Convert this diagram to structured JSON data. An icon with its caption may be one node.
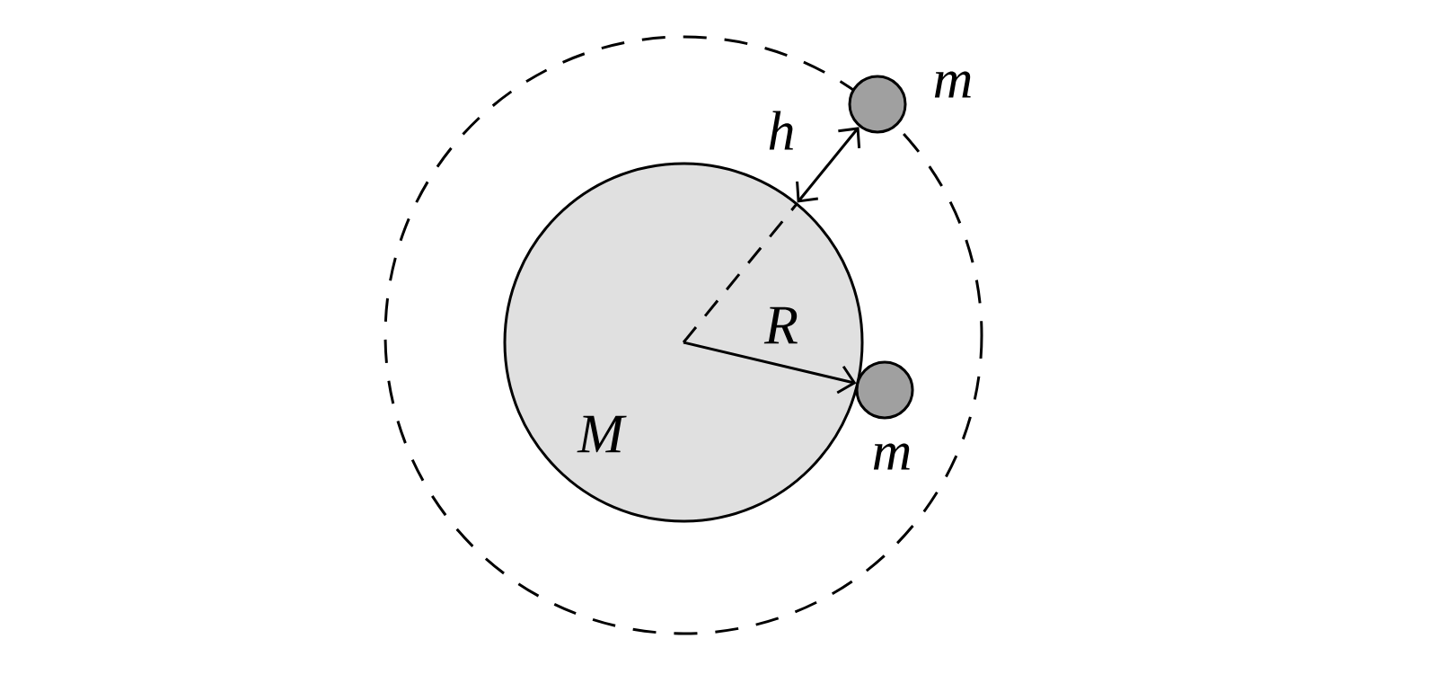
{
  "diagram": {
    "nodes": [
      {
        "text": [
          "M"
        ]
      },
      {
        "text": [],
        "shape": "circle",
        "beside": [
          "m"
        ]
      },
      {
        "text": [],
        "shape": "circle",
        "beside": [
          "m"
        ]
      }
    ],
    "edges": [
      {
        "from": 0,
        "to": 1,
        "arrow": "both",
        "label": "h"
      },
      {
        "from": 0,
        "to": 2,
        "arrow": "to",
        "label": "R"
      }
    ]
  }
}
